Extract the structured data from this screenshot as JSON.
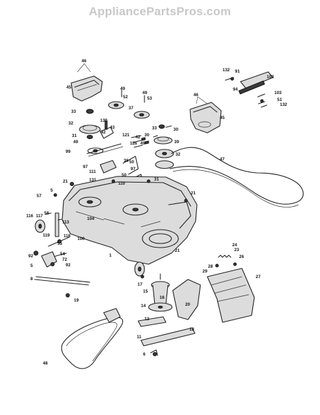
{
  "watermark": "AppliancePartsPros.com",
  "callouts": [
    {
      "id": "c46a",
      "text": "46"
    },
    {
      "id": "c45a",
      "text": "45"
    },
    {
      "id": "c49a",
      "text": "49"
    },
    {
      "id": "c52",
      "text": "52"
    },
    {
      "id": "c49b",
      "text": "49"
    },
    {
      "id": "c53",
      "text": "53"
    },
    {
      "id": "c37",
      "text": "37"
    },
    {
      "id": "c33a",
      "text": "33"
    },
    {
      "id": "c32a",
      "text": "32"
    },
    {
      "id": "c130",
      "text": "130"
    },
    {
      "id": "c43",
      "text": "43"
    },
    {
      "id": "c42a",
      "text": "42"
    },
    {
      "id": "c31a",
      "text": "31"
    },
    {
      "id": "c49c",
      "text": "49"
    },
    {
      "id": "c99",
      "text": "99"
    },
    {
      "id": "c121",
      "text": "121"
    },
    {
      "id": "c126",
      "text": "126"
    },
    {
      "id": "c42b",
      "text": "42"
    },
    {
      "id": "c49d",
      "text": "49"
    },
    {
      "id": "c33b",
      "text": "33"
    },
    {
      "id": "c30a",
      "text": "30"
    },
    {
      "id": "c30b",
      "text": "30"
    },
    {
      "id": "c39",
      "text": "39"
    },
    {
      "id": "c32b",
      "text": "32"
    },
    {
      "id": "c36",
      "text": "36"
    },
    {
      "id": "c50",
      "text": "50"
    },
    {
      "id": "c97a",
      "text": "97"
    },
    {
      "id": "c97b",
      "text": "97"
    },
    {
      "id": "c111",
      "text": "111"
    },
    {
      "id": "c50b",
      "text": "50"
    },
    {
      "id": "c31b",
      "text": "31"
    },
    {
      "id": "c131",
      "text": "131"
    },
    {
      "id": "c110",
      "text": "110"
    },
    {
      "id": "c21a",
      "text": "21"
    },
    {
      "id": "c5",
      "text": "5"
    },
    {
      "id": "c57",
      "text": "57"
    },
    {
      "id": "c21b",
      "text": "21"
    },
    {
      "id": "c116",
      "text": "116"
    },
    {
      "id": "c117",
      "text": "117"
    },
    {
      "id": "c58",
      "text": "58"
    },
    {
      "id": "c113",
      "text": "113"
    },
    {
      "id": "c104",
      "text": "104"
    },
    {
      "id": "c119",
      "text": "119"
    },
    {
      "id": "c118",
      "text": "118"
    },
    {
      "id": "c100",
      "text": "100"
    },
    {
      "id": "c55",
      "text": "55"
    },
    {
      "id": "c1",
      "text": "1"
    },
    {
      "id": "c21c",
      "text": "21"
    },
    {
      "id": "c92a",
      "text": "92"
    },
    {
      "id": "c54",
      "text": "54"
    },
    {
      "id": "c72",
      "text": "72"
    },
    {
      "id": "c92b",
      "text": "92"
    },
    {
      "id": "c5b",
      "text": "5"
    },
    {
      "id": "c8",
      "text": "8"
    },
    {
      "id": "c19",
      "text": "19"
    },
    {
      "id": "c17",
      "text": "17"
    },
    {
      "id": "c15",
      "text": "15"
    },
    {
      "id": "c14",
      "text": "14"
    },
    {
      "id": "c16",
      "text": "16"
    },
    {
      "id": "c13",
      "text": "13"
    },
    {
      "id": "c11",
      "text": "11"
    },
    {
      "id": "c6",
      "text": "6"
    },
    {
      "id": "c18",
      "text": "18"
    },
    {
      "id": "c20",
      "text": "20"
    },
    {
      "id": "c24",
      "text": "24"
    },
    {
      "id": "c23",
      "text": "23"
    },
    {
      "id": "c26",
      "text": "26"
    },
    {
      "id": "c28",
      "text": "28"
    },
    {
      "id": "c29",
      "text": "29"
    },
    {
      "id": "c27",
      "text": "27"
    },
    {
      "id": "c48",
      "text": "48"
    },
    {
      "id": "c47",
      "text": "47"
    },
    {
      "id": "c46b",
      "text": "46"
    },
    {
      "id": "c45b",
      "text": "45"
    },
    {
      "id": "c132a",
      "text": "132"
    },
    {
      "id": "c91",
      "text": "91"
    },
    {
      "id": "c102",
      "text": "102"
    },
    {
      "id": "c94",
      "text": "94"
    },
    {
      "id": "c103",
      "text": "103"
    },
    {
      "id": "c51",
      "text": "51"
    },
    {
      "id": "c132b",
      "text": "132"
    }
  ]
}
